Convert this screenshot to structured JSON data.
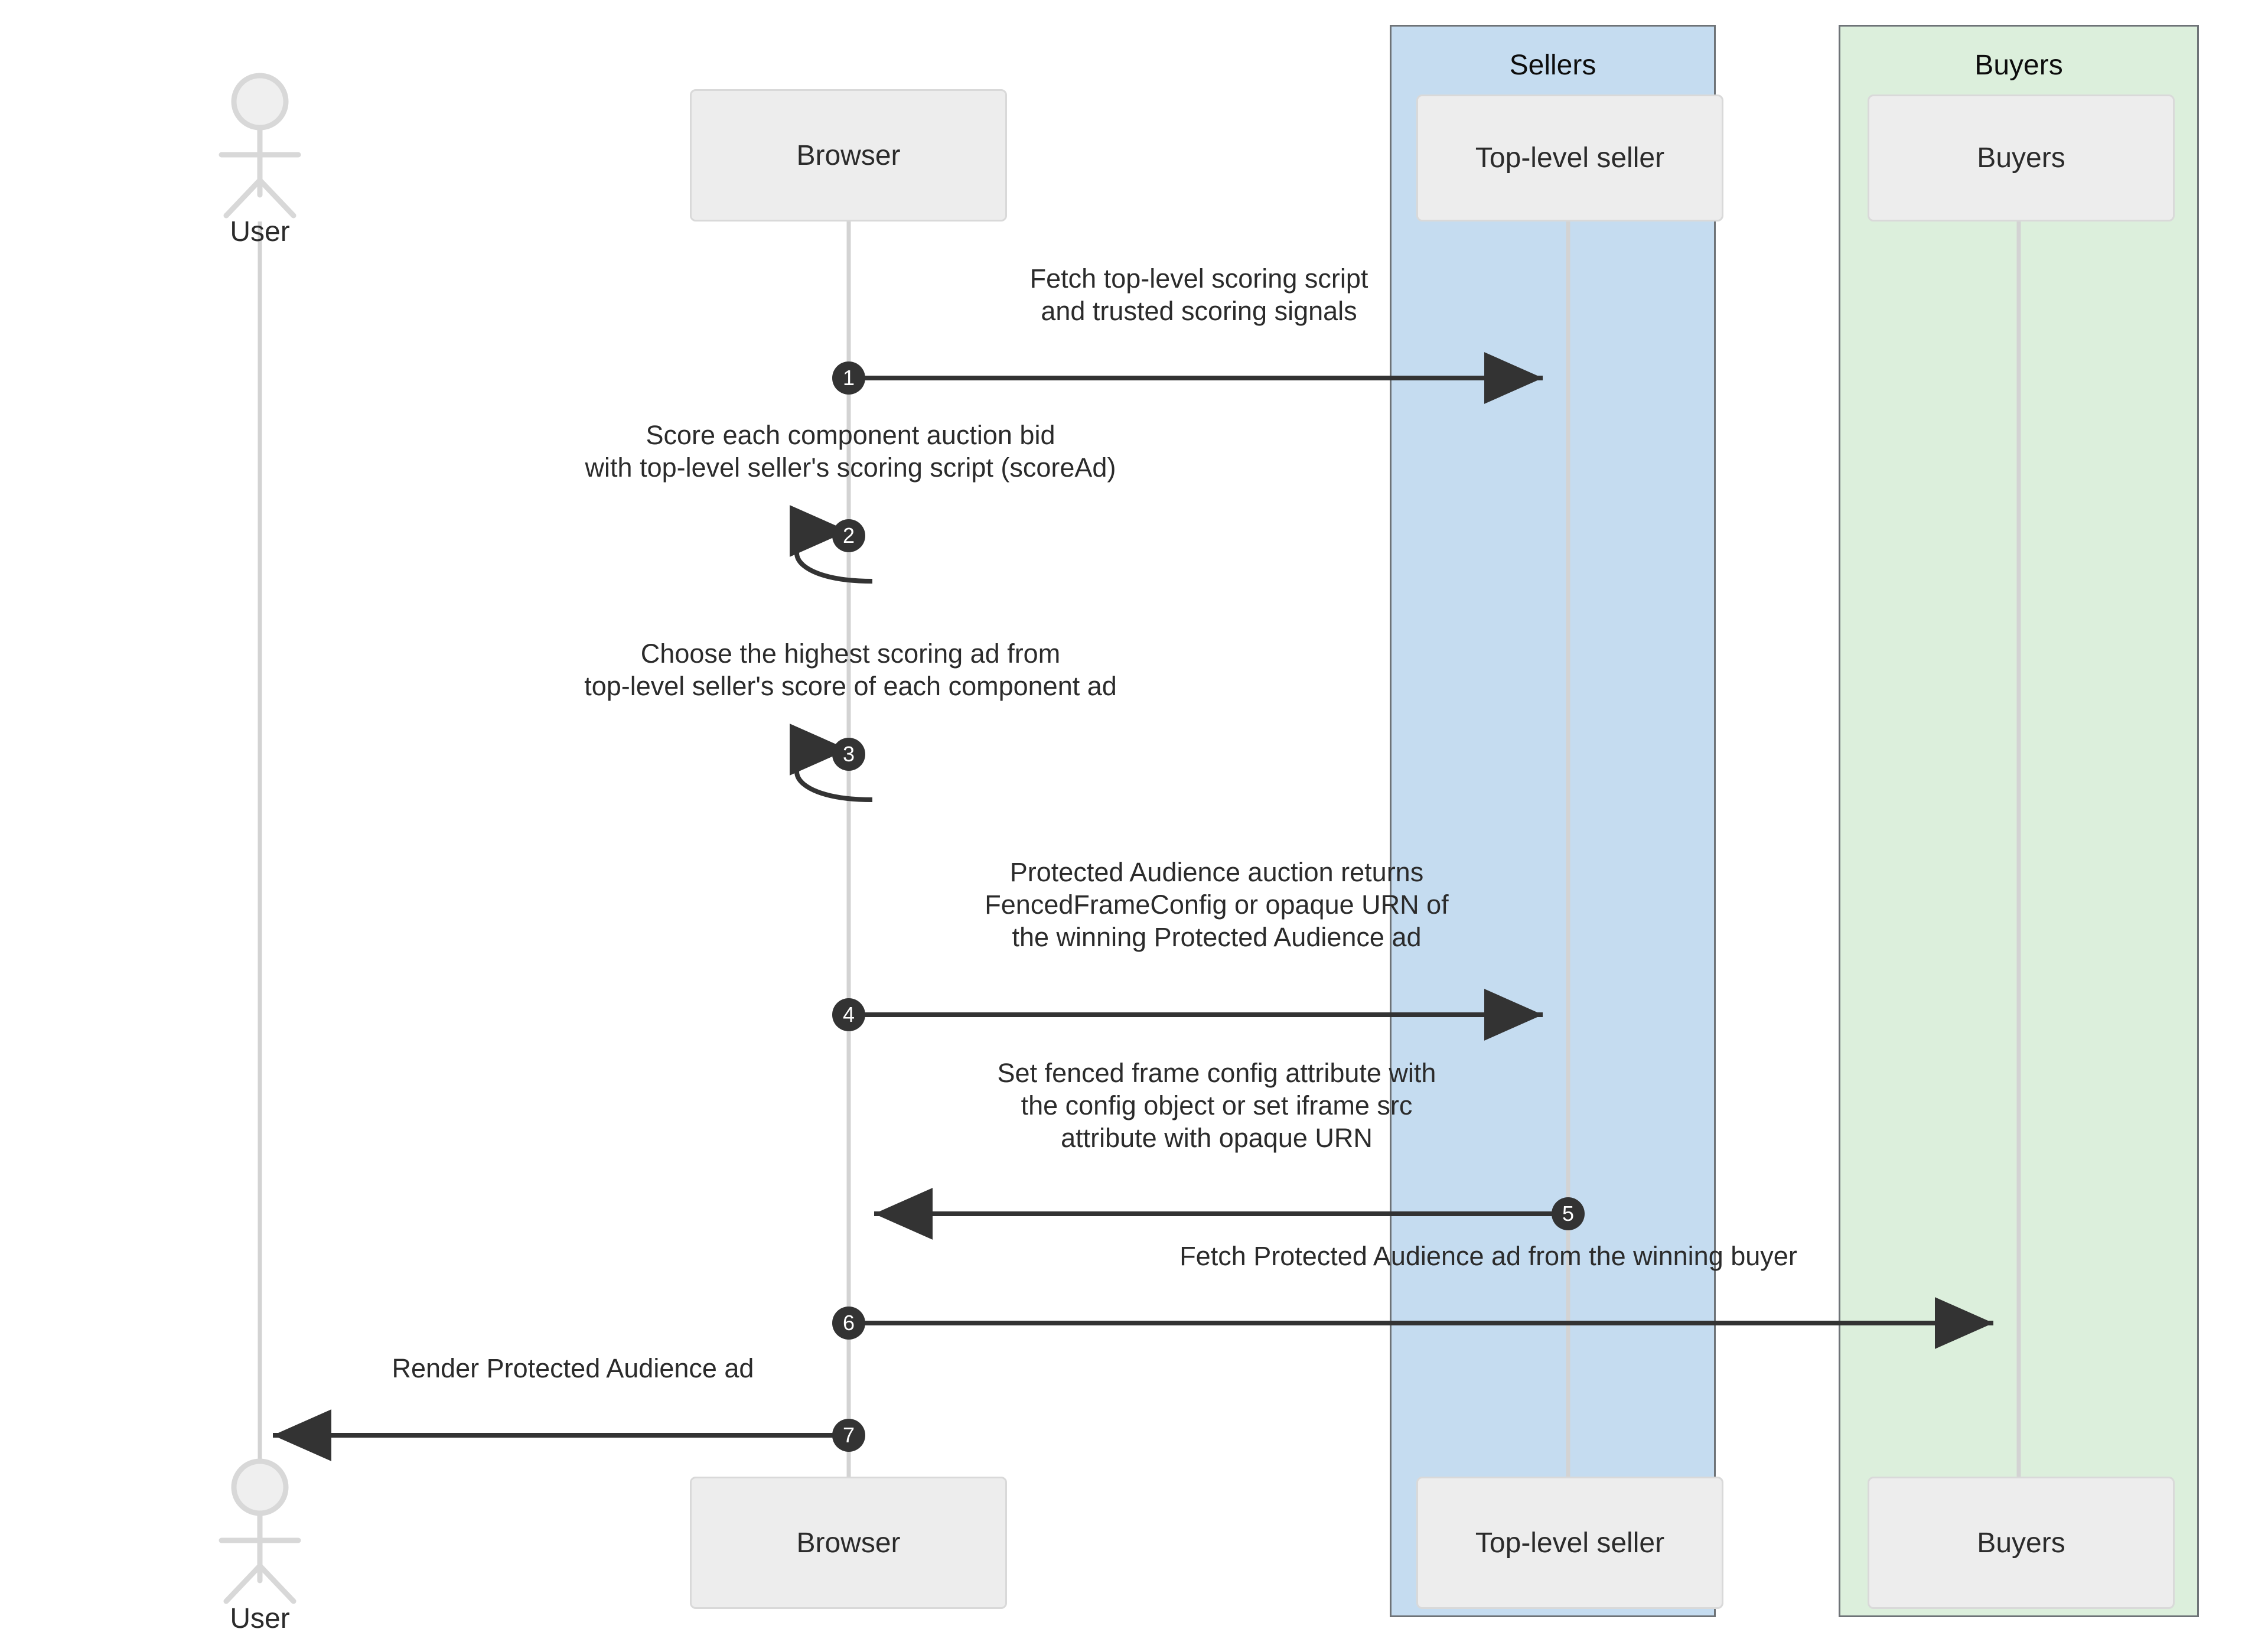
{
  "diagram": {
    "type": "sequence-diagram",
    "title": "Protected Audience top-level auction sequence",
    "colors": {
      "sellers_group_fill": "#c5dcf0",
      "buyers_group_fill": "#dcefdc",
      "group_border": "#6e7377",
      "participant_fill": "#ededed",
      "participant_border": "#d9d9d9",
      "lifeline": "#d3d3d3",
      "arrow": "#333333",
      "seq_badge_fill": "#333333",
      "seq_badge_text": "#ffffff",
      "text": "#2b2b2b"
    }
  },
  "groups": [
    {
      "name": "sellers",
      "label": "Sellers"
    },
    {
      "name": "buyers",
      "label": "Buyers"
    }
  ],
  "participants": [
    {
      "name": "user",
      "label": "User",
      "kind": "actor"
    },
    {
      "name": "browser",
      "label": "Browser",
      "kind": "box"
    },
    {
      "name": "seller",
      "label": "Top-level seller",
      "kind": "box",
      "group": "sellers"
    },
    {
      "name": "buyers",
      "label": "Buyers",
      "kind": "box",
      "group": "buyers"
    }
  ],
  "messages": [
    {
      "number": "1",
      "from": "browser",
      "to": "seller",
      "direction": "right",
      "self": false,
      "lines": [
        "Fetch top-level scoring script",
        "and trusted scoring signals"
      ]
    },
    {
      "number": "2",
      "from": "browser",
      "to": "browser",
      "direction": "self",
      "self": true,
      "lines": [
        "Score each component auction bid",
        "with top-level seller's scoring script (scoreAd)"
      ]
    },
    {
      "number": "3",
      "from": "browser",
      "to": "browser",
      "direction": "self",
      "self": true,
      "lines": [
        "Choose the highest scoring ad from",
        "top-level seller's score of each component ad"
      ]
    },
    {
      "number": "4",
      "from": "browser",
      "to": "seller",
      "direction": "right",
      "self": false,
      "lines": [
        "Protected Audience auction returns",
        "FencedFrameConfig or opaque URN of",
        "the winning Protected Audience ad"
      ]
    },
    {
      "number": "5",
      "from": "seller",
      "to": "browser",
      "direction": "left",
      "self": false,
      "lines": [
        "Set fenced frame config attribute with",
        "the config object or set iframe src",
        "attribute with opaque URN"
      ]
    },
    {
      "number": "6",
      "from": "browser",
      "to": "buyers",
      "direction": "right",
      "self": false,
      "lines": [
        "Fetch Protected Audience ad from the winning buyer"
      ]
    },
    {
      "number": "7",
      "from": "browser",
      "to": "user",
      "direction": "left",
      "self": false,
      "lines": [
        "Render Protected Audience ad"
      ]
    }
  ]
}
